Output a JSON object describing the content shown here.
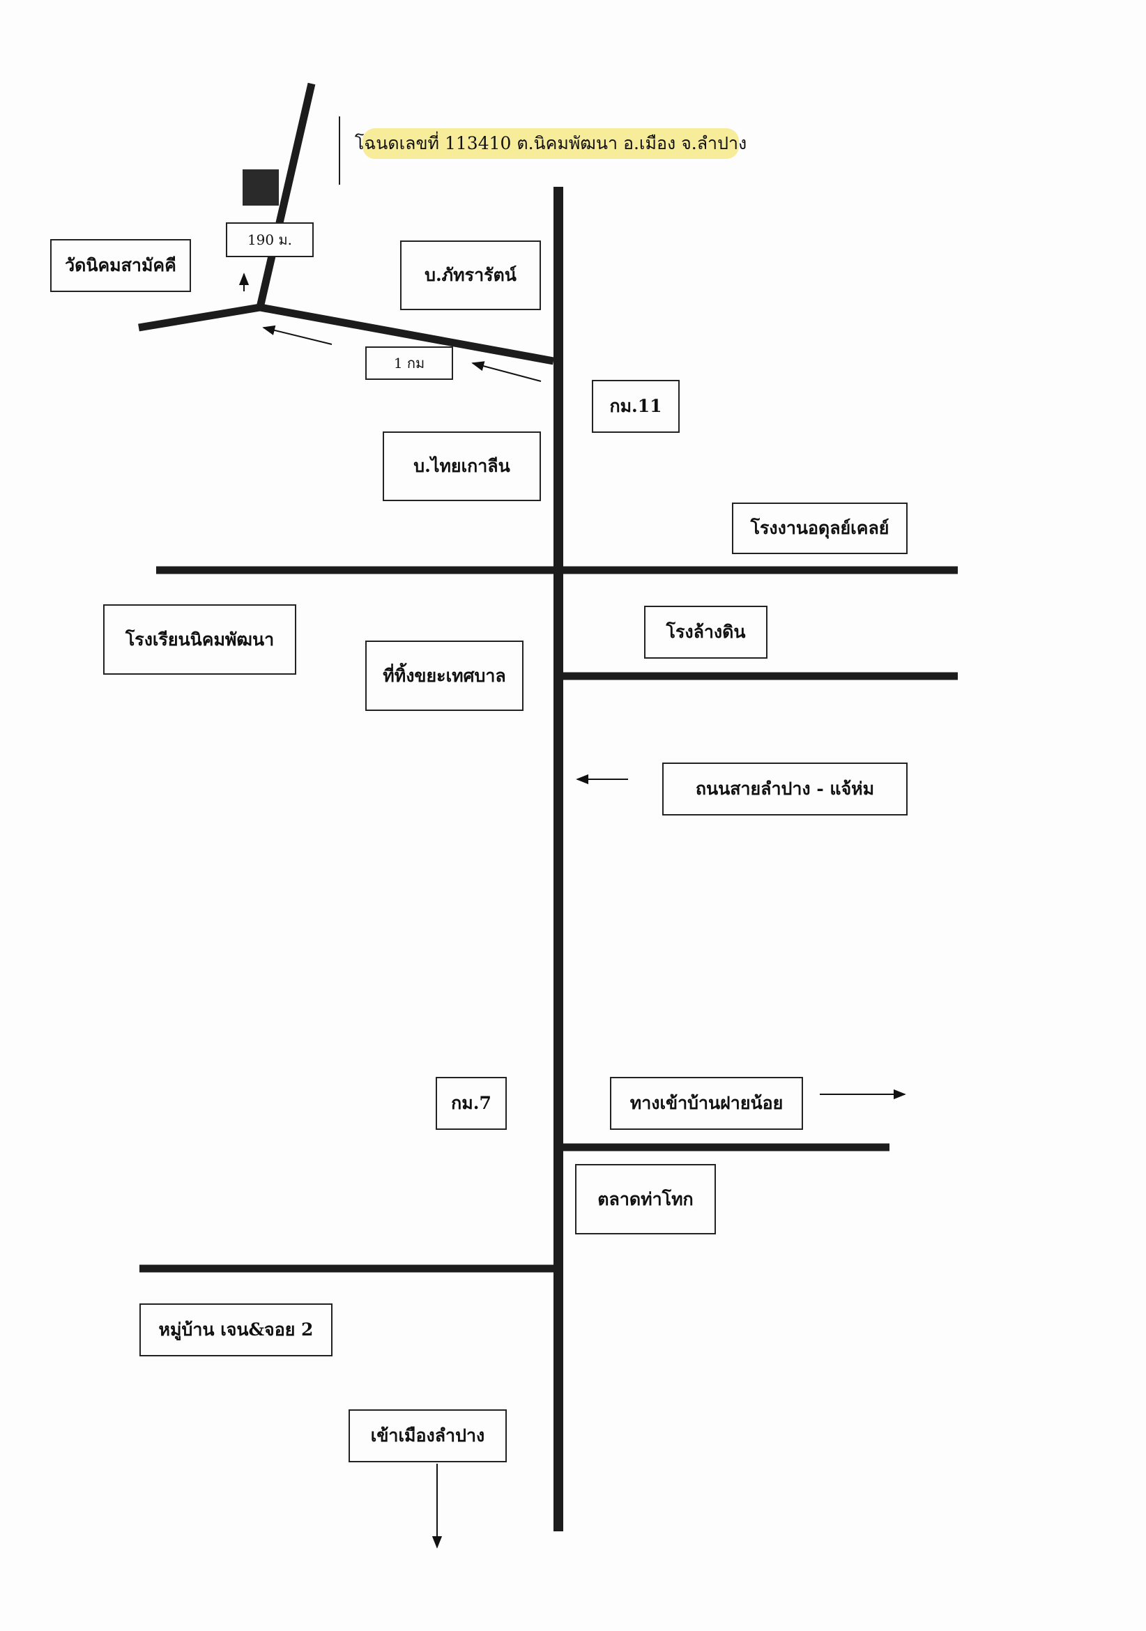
{
  "deed_title": "โฉนดเลขที่ 113410 ต.นิคมพัฒนา อ.เมือง จ.ลำปาง",
  "labels": {
    "dist_190": "190 ม.",
    "wat_nikhom": "วัดนิคมสามัคคี",
    "baan_phattararat": "บ.ภัทรารัตน์",
    "dist_1km": "1 กม",
    "km11": "กม.11",
    "baan_thai_kaolin": "บ.ไทยเกาลีน",
    "atul_factory": "โรงงานอดุลย์เคลย์",
    "nikhom_school": "โรงเรียนนิคมพัฒนา",
    "municipal_dump": "ที่ทิ้งขยะเทศบาล",
    "clay_wash": "โรงล้างดิน",
    "road_name": "ถนนสายลำปาง - แจ้ห่ม",
    "km7": "กม.7",
    "fai_noi_entrance": "ทางเข้าบ้านฝายน้อย",
    "tha_thok_market": "ตลาดท่าโทก",
    "jen_joy_village": "หมู่บ้าน เจน&จอย 2",
    "to_lampang_city": "เข้าเมืองลำปาง"
  },
  "colors": {
    "road": "#1c1c1c",
    "highlight": "#f6ec9a",
    "paper": "#fdfdfd"
  }
}
